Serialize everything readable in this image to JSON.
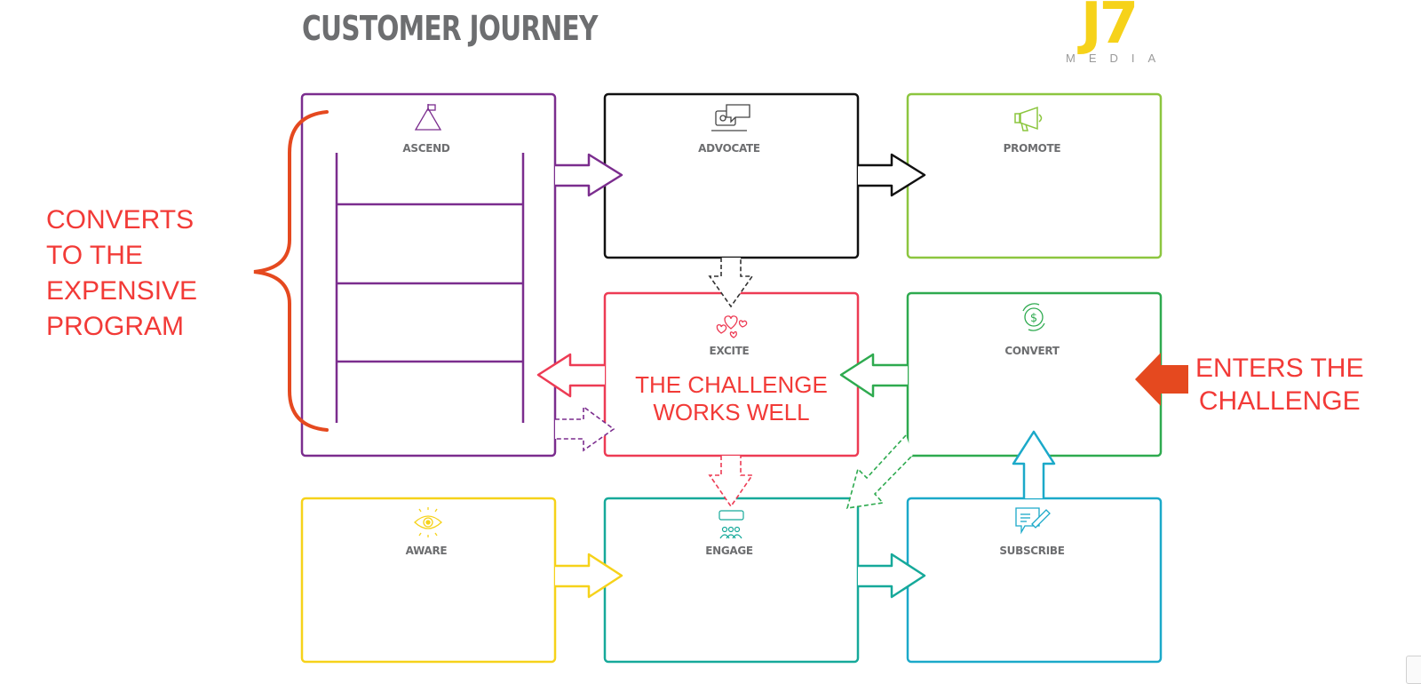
{
  "header": {
    "title": "CUSTOMER JOURNEY",
    "logo_main": "J7",
    "logo_sub": "MEDIA"
  },
  "stages": [
    {
      "id": "ascend",
      "label": "ASCEND",
      "icon": "mountain-flag-icon",
      "color": "#7b2d8e"
    },
    {
      "id": "advocate",
      "label": "ADVOCATE",
      "icon": "laptop-speech-icon",
      "color": "#111111"
    },
    {
      "id": "promote",
      "label": "PROMOTE",
      "icon": "megaphone-icon",
      "color": "#8cc63f"
    },
    {
      "id": "excite",
      "label": "EXCITE",
      "icon": "hearts-icon",
      "color": "#ed3b54"
    },
    {
      "id": "convert",
      "label": "CONVERT",
      "icon": "dollar-cycle-icon",
      "color": "#2eaa4f"
    },
    {
      "id": "aware",
      "label": "AWARE",
      "icon": "eye-icon",
      "color": "#f6d21a"
    },
    {
      "id": "engage",
      "label": "ENGAGE",
      "icon": "group-chat-icon",
      "color": "#16a99a"
    },
    {
      "id": "subscribe",
      "label": "SUBSCRIBE",
      "icon": "edit-message-icon",
      "color": "#1ba9c9"
    }
  ],
  "flows": [
    {
      "from": "aware",
      "to": "engage",
      "style": "solid"
    },
    {
      "from": "engage",
      "to": "subscribe",
      "style": "solid"
    },
    {
      "from": "subscribe",
      "to": "convert",
      "style": "solid"
    },
    {
      "from": "convert",
      "to": "excite",
      "style": "solid"
    },
    {
      "from": "excite",
      "to": "ascend",
      "style": "solid"
    },
    {
      "from": "ascend",
      "to": "advocate",
      "style": "solid"
    },
    {
      "from": "advocate",
      "to": "promote",
      "style": "solid"
    },
    {
      "from": "advocate",
      "to": "excite",
      "style": "dashed"
    },
    {
      "from": "excite",
      "to": "engage",
      "style": "dashed"
    },
    {
      "from": "convert",
      "to": "engage",
      "style": "dashed"
    },
    {
      "from": "ascend",
      "to": "excite",
      "style": "dashed"
    }
  ],
  "annotations": {
    "left_note": [
      "CONVERTS",
      "TO THE",
      "EXPENSIVE",
      "PROGRAM"
    ],
    "center_note": [
      "THE CHALLENGE",
      "WORKS WELL"
    ],
    "right_note": [
      "ENTERS THE",
      "CHALLENGE"
    ],
    "note_color": "#f23a37",
    "marker_color": "#e5491f"
  }
}
